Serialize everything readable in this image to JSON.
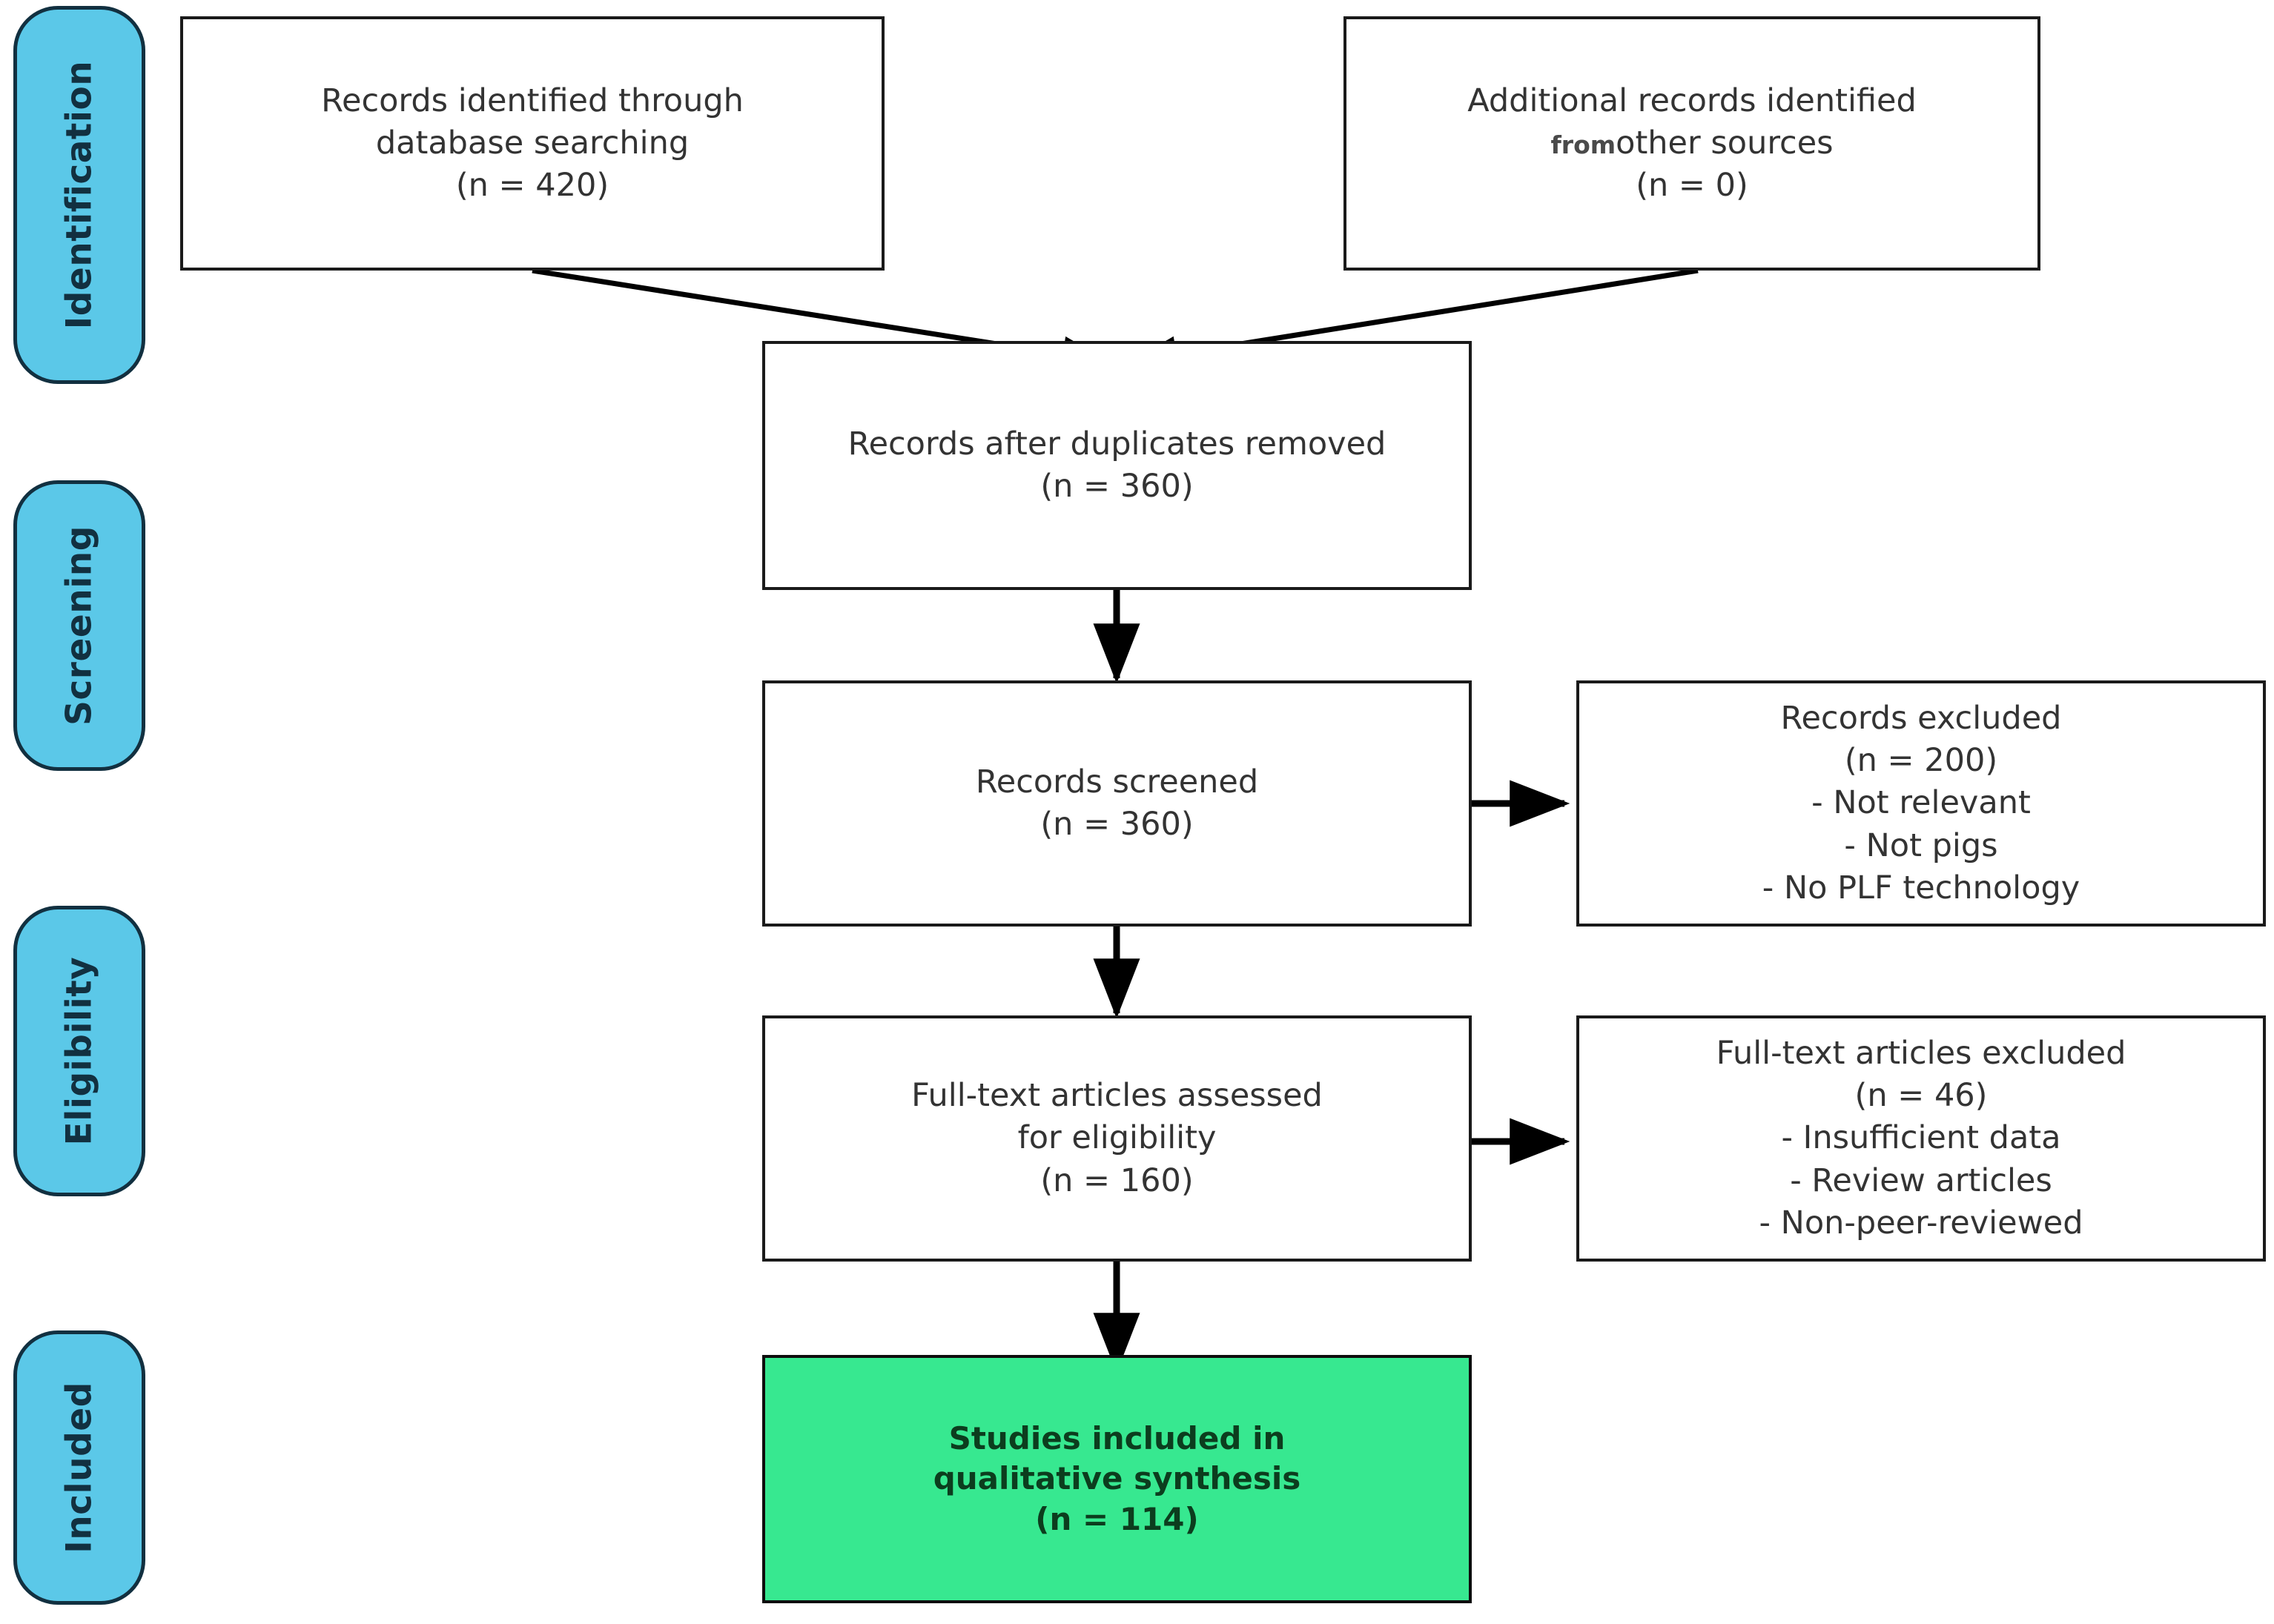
{
  "diagram": {
    "type": "prisma-flow-diagram",
    "title": "PRISMA flow diagram",
    "colors": {
      "stage_pill_fill": "#5BC8E8",
      "stage_pill_border": "#123040",
      "box_border": "#1a1a1a",
      "box_fill": "#ffffff",
      "included_fill": "#37E890",
      "included_text": "#0c3d1e",
      "body_text": "#333333",
      "connector": "#000000",
      "background": "#ffffff"
    }
  },
  "stages": [
    {
      "id": "identification",
      "label": "Identification"
    },
    {
      "id": "screening",
      "label": "Screening"
    },
    {
      "id": "eligibility",
      "label": "Eligibility"
    },
    {
      "id": "included",
      "label": "Included"
    }
  ],
  "boxes": {
    "database_records": {
      "line1": "Records identified through",
      "line2": "database searching",
      "count": "(n = 420)"
    },
    "other_records": {
      "line1": "Additional records identified",
      "line2_prefix": "from",
      "line2": "other sources",
      "count": "(n = 0)"
    },
    "after_duplicates": {
      "line1": "Records after duplicates removed",
      "count": "(n = 360)"
    },
    "records_screened": {
      "line1": "Records screened",
      "count": "(n = 360)"
    },
    "records_excluded": {
      "line1": "Records excluded",
      "count": "(n = 200)",
      "reasons": [
        "- Not relevant",
        "- Not pigs",
        "- No PLF technology"
      ]
    },
    "fulltext_assessed": {
      "line1": "Full-text articles assessed",
      "line2": "for eligibility",
      "count": "(n = 160)"
    },
    "fulltext_excluded": {
      "line1": "Full-text articles excluded",
      "count": "(n = 46)",
      "reasons": [
        "- Insufficient data",
        "- Review articles",
        "- Non-peer-reviewed"
      ]
    },
    "studies_included": {
      "line1": "Studies included in",
      "line2": "qualitative synthesis",
      "count": "(n = 114)"
    }
  },
  "chart_data": {
    "type": "diagram",
    "title": "PRISMA flow diagram",
    "nodes": [
      {
        "id": "database_records",
        "label": "Records identified through database searching",
        "n": 420,
        "stage": "Identification"
      },
      {
        "id": "other_records",
        "label": "Additional records identified from other sources",
        "n": 0,
        "stage": "Identification"
      },
      {
        "id": "after_duplicates",
        "label": "Records after duplicates removed",
        "n": 360,
        "stage": "Screening"
      },
      {
        "id": "records_screened",
        "label": "Records screened",
        "n": 360,
        "stage": "Screening"
      },
      {
        "id": "records_excluded",
        "label": "Records excluded",
        "n": 200,
        "stage": "Screening"
      },
      {
        "id": "fulltext_assessed",
        "label": "Full-text articles assessed for eligibility",
        "n": 160,
        "stage": "Eligibility"
      },
      {
        "id": "fulltext_excluded",
        "label": "Full-text articles excluded",
        "n": 46,
        "stage": "Eligibility"
      },
      {
        "id": "studies_included",
        "label": "Studies included in qualitative synthesis",
        "n": 114,
        "stage": "Included"
      }
    ],
    "edges": [
      {
        "from": "database_records",
        "to": "after_duplicates"
      },
      {
        "from": "other_records",
        "to": "after_duplicates"
      },
      {
        "from": "after_duplicates",
        "to": "records_screened"
      },
      {
        "from": "records_screened",
        "to": "records_excluded"
      },
      {
        "from": "records_screened",
        "to": "fulltext_assessed"
      },
      {
        "from": "fulltext_assessed",
        "to": "fulltext_excluded"
      },
      {
        "from": "fulltext_assessed",
        "to": "studies_included"
      }
    ]
  }
}
